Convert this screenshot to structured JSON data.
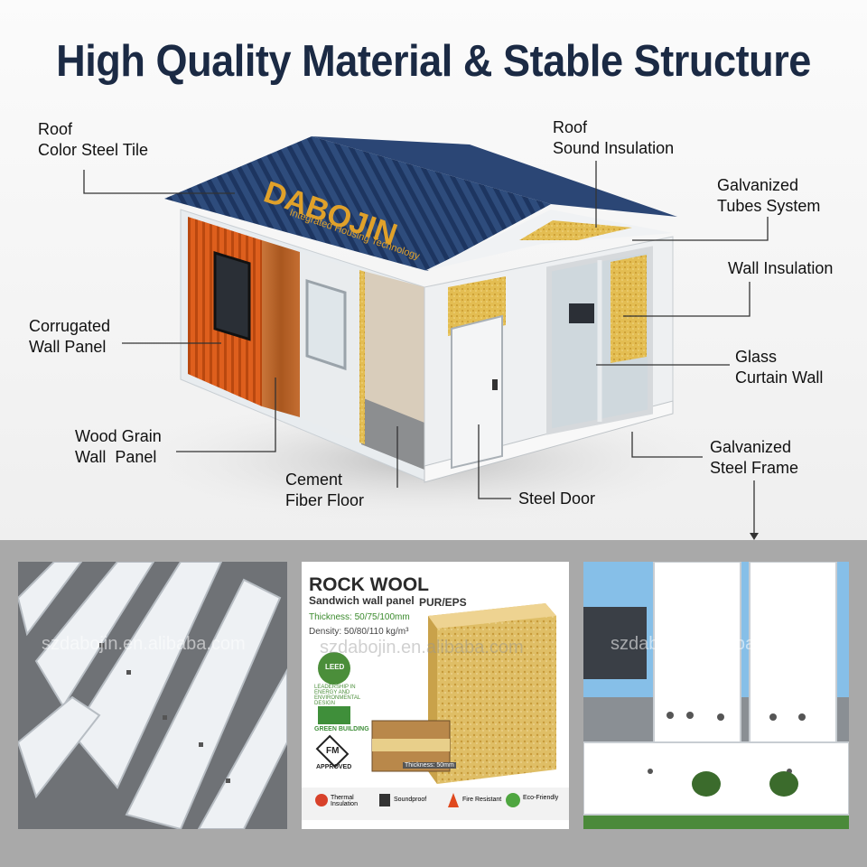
{
  "title": "High Quality Material & Stable Structure",
  "brand": {
    "name": "DABOJIN",
    "tagline": "Integrated Housing Technology"
  },
  "labels": {
    "roof_tile": "Roof\nColor Steel Tile",
    "roof_sound": "Roof\nSound Insulation",
    "galv_tubes": "Galvanized\nTubes System",
    "wall_insulation": "Wall Insulation",
    "corrugated": "Corrugated\nWall Panel",
    "glass": "Glass\nCurtain Wall",
    "wood_grain": "Wood Grain\nWall  Panel",
    "galv_frame": "Galvanized\nSteel Frame",
    "cement": "Cement\nFiber Floor",
    "steel_door": "Steel Door"
  },
  "rockwool": {
    "title": "ROCK WOOL",
    "subtitle": "Sandwich wall panel",
    "alt": "PUR/EPS",
    "thickness": "Thickness: 50/75/100mm",
    "density": "Density: 50/80/110 kg/m³",
    "leed": "LEED",
    "leed_caption": "LEADERSHIP IN ENERGY AND ENVIRONMENTAL DESIGN",
    "green": "GREEN BUILDING",
    "fm": "FM",
    "fm_caption": "APPROVED",
    "sample_thickness": "Thickness: 50mm",
    "features": [
      "Thermal Insulation",
      "Soundproof",
      "Fire Resistant",
      "Eco-Friendly"
    ]
  },
  "watermarks": [
    "szdabojin.en.alibaba.com",
    "szdabojin.en.alibaba.com",
    "szdabojin.en.alibaba.com"
  ],
  "colors": {
    "title": "#1b2a44",
    "roof": "#2c4a78",
    "orange": "#e0621e",
    "wood": "#b8662a",
    "insulation": "#e6c256"
  }
}
